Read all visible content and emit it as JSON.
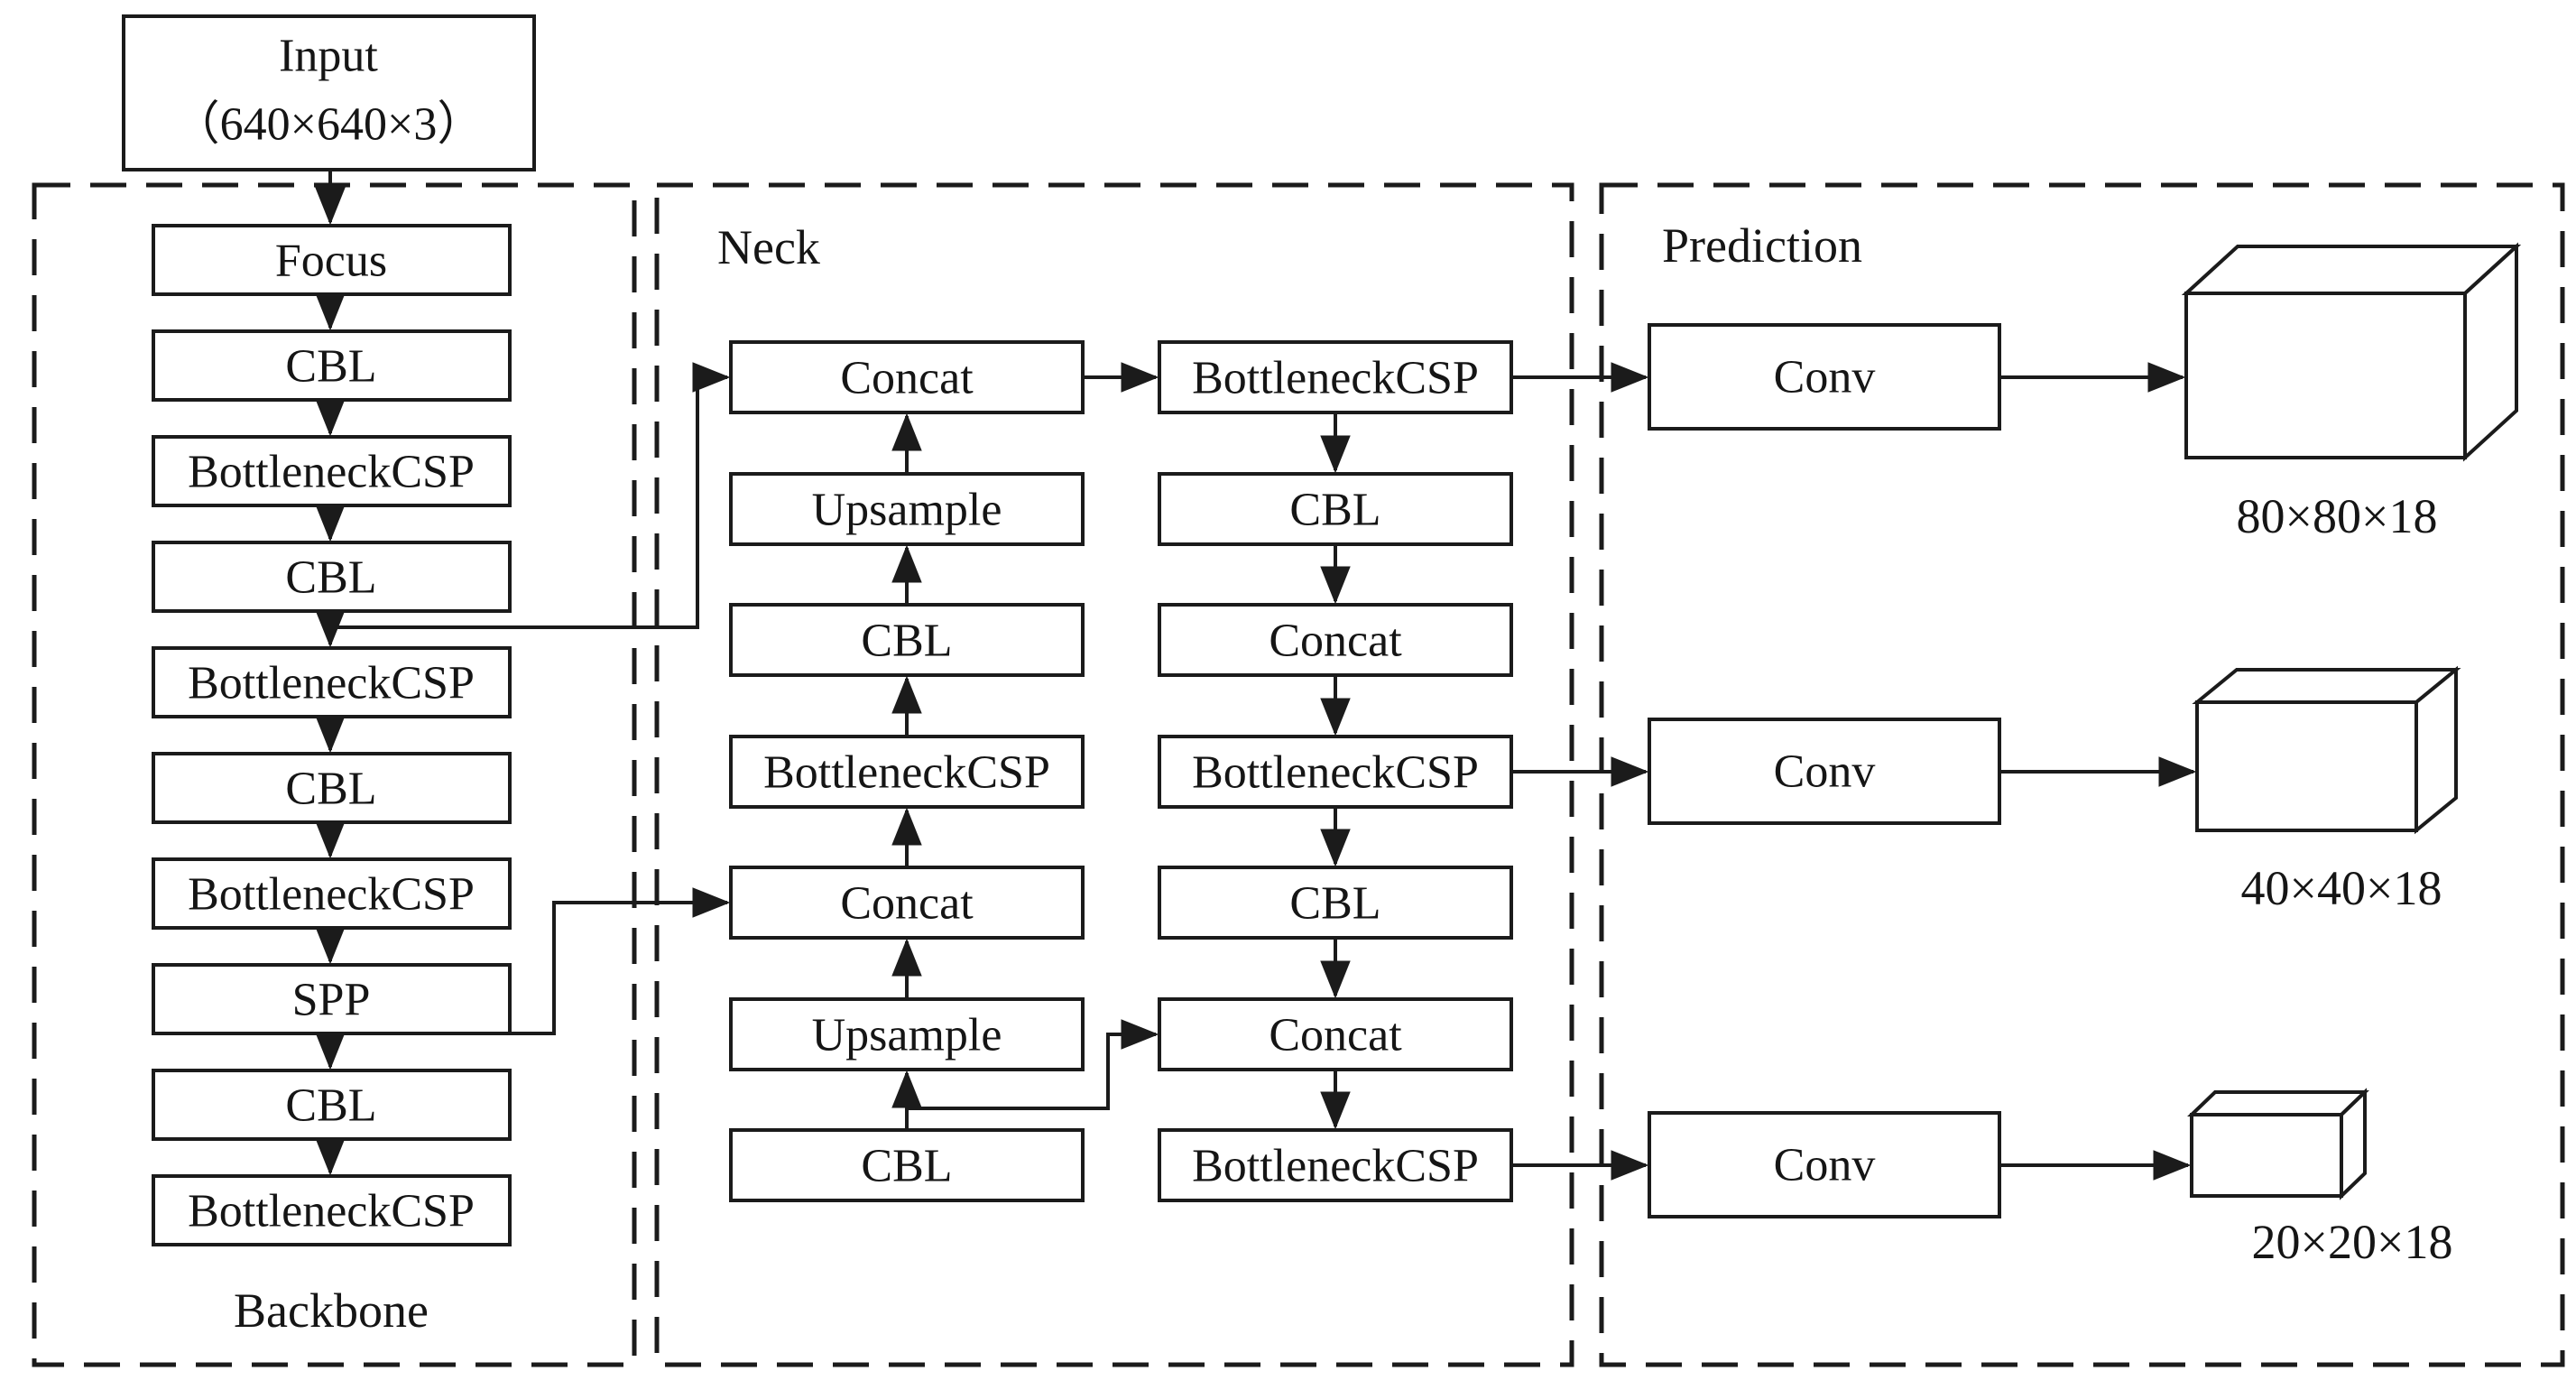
{
  "input_node": {
    "line1": "Input",
    "line2": "（640×640×3）"
  },
  "sections": {
    "backbone": {
      "title": "Backbone"
    },
    "neck": {
      "title": "Neck"
    },
    "prediction": {
      "title": "Prediction"
    }
  },
  "backbone_nodes": [
    "Focus",
    "CBL",
    "BottleneckCSP",
    "CBL",
    "BottleneckCSP",
    "CBL",
    "BottleneckCSP",
    "SPP",
    "CBL",
    "BottleneckCSP"
  ],
  "neck_left_nodes": [
    "Concat",
    "Upsample",
    "CBL",
    "BottleneckCSP",
    "Concat",
    "Upsample",
    "CBL"
  ],
  "neck_right_nodes": [
    "BottleneckCSP",
    "CBL",
    "Concat",
    "BottleneckCSP",
    "CBL",
    "Concat",
    "BottleneckCSP"
  ],
  "prediction_nodes": [
    "Conv",
    "Conv",
    "Conv"
  ],
  "output_labels": [
    "80×80×18",
    "40×40×18",
    "20×20×18"
  ],
  "colors": {
    "line": "#1b1b1b",
    "box_fill": "#ffffff",
    "background": "#ffffff",
    "text": "#151515"
  }
}
